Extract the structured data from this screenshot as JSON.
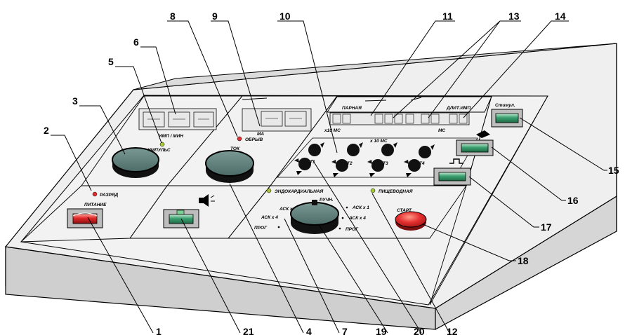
{
  "labels": {
    "razryad": "РАЗРЯД",
    "pitanie": "ПИТАНИЕ",
    "imp_min": "ИМП / МИН",
    "impuls": "ИМПУЛЬС",
    "obryv": "ОБРЫВ",
    "tok": "ТОК",
    "ma": "МА",
    "x10ms_small": "x10 МС",
    "parnaya": "ПАРНАЯ",
    "dlit_imp": "ДЛИТ.ИМП.",
    "ms": "МС",
    "x10ms_big": "x 10 МС",
    "stimul": "Стимул.",
    "endokardialnaya": "ЭНДОКАРДИАЛЬНАЯ",
    "pischevodnaya": "ПИЩЕВОДНАЯ",
    "start": "СТАРТ",
    "ask1_left": "АСК x",
    "ask4_left": "АСК x 4",
    "prog_left": "ПРОГ",
    "ask1_right": "АСК x 1",
    "ask4_right": "АСК x 4",
    "prog_right": "ПРОГ",
    "ruchn": "РУЧН.",
    "t1": "T1",
    "t2": "T2",
    "t3": "T3",
    "t4": "T4"
  },
  "callouts": {
    "n1": "1",
    "n2": "2",
    "n3": "3",
    "n4": "4",
    "n5": "5",
    "n6": "6",
    "n7": "7",
    "n8": "8",
    "n9": "9",
    "n10": "10",
    "n11": "11",
    "n12": "12",
    "n13": "13",
    "n14": "14",
    "n15": "15",
    "n16": "16",
    "n17": "17",
    "n18": "18",
    "n19": "19",
    "n20": "20",
    "n21": "21"
  },
  "colors": {
    "knob_teal": "#5f7f7b",
    "button_green": "#3a9a70",
    "button_red": "#e03030",
    "led_red": "#e03030",
    "led_green": "#a8c838",
    "side": "#d0d0d0",
    "top": "#ececec"
  }
}
